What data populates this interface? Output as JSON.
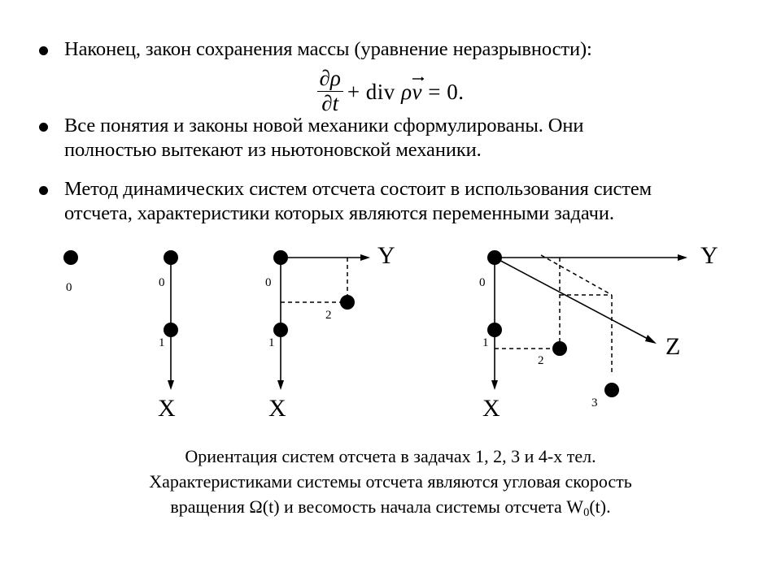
{
  "slide": {
    "background_color": "#ffffff",
    "text_color": "#000000"
  },
  "bullets": [
    {
      "line1": "Наконец, закон сохранения массы (уравнение неразрывности):",
      "line2": ""
    },
    {
      "line1": "Все понятия и законы новой механики сформулированы. Они",
      "line2": "полностью вытекают из ньютоновской механики."
    },
    {
      "line1": "Метод динамических систем отсчета состоит в использования систем",
      "line2": "отсчета, характеристики которых являются переменными задачи."
    }
  ],
  "formula": {
    "numerator": "∂ρ",
    "denominator": "∂t",
    "plus": "+",
    "div": "div",
    "rho": "ρ",
    "v": "v",
    "equals": "=",
    "zero": "0",
    "period": "."
  },
  "diagrams": [
    {
      "name": "one-body",
      "points": [
        {
          "label": "0"
        }
      ],
      "axes": []
    },
    {
      "name": "two-body",
      "points": [
        {
          "label": "0"
        },
        {
          "label": "1"
        }
      ],
      "axes": [
        {
          "label": "X"
        }
      ]
    },
    {
      "name": "three-body",
      "points": [
        {
          "label": "0"
        },
        {
          "label": "1"
        },
        {
          "label": "2"
        }
      ],
      "axes": [
        {
          "label": "X"
        },
        {
          "label": "Y"
        }
      ]
    },
    {
      "name": "four-body",
      "points": [
        {
          "label": "0"
        },
        {
          "label": "1"
        },
        {
          "label": "2"
        },
        {
          "label": "3"
        }
      ],
      "axes": [
        {
          "label": "X"
        },
        {
          "label": "Y"
        },
        {
          "label": "Z"
        }
      ]
    }
  ],
  "caption": {
    "line1": "Ориентация систем отсчета в задачах 1, 2, 3 и 4-х тел.",
    "line2": "Характеристиками системы отсчета являются угловая скорость",
    "line3_a": "вращения  Ω(t) и весомость начала системы отсчета W",
    "line3_sub": "0",
    "line3_b": "(t)."
  }
}
